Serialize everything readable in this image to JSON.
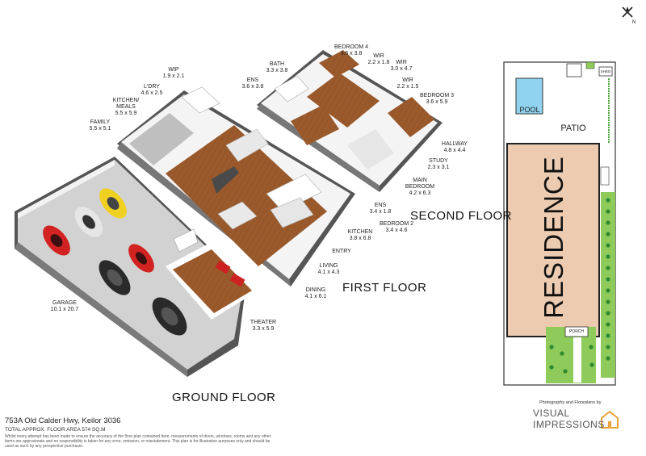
{
  "compass": {
    "north_label": "N"
  },
  "floors": {
    "ground": "GROUND FLOOR",
    "first": "FIRST FLOOR",
    "second": "SECOND FLOOR"
  },
  "rooms": {
    "wip": {
      "name": "WIP",
      "dims": "1.9 x 2.1"
    },
    "ldry": {
      "name": "L'DRY",
      "dims": "4.6 x 2.5"
    },
    "kitchen_meals": {
      "name1": "KITCHEN/",
      "name2": "MEALS",
      "dims": "5.5 x 5.9"
    },
    "family": {
      "name": "FAMILY",
      "dims": "5.5 x 5.1"
    },
    "bath": {
      "name": "BATH",
      "dims": "3.3 x 3.8"
    },
    "ens_top": {
      "name": "ENS",
      "dims": "3.6 x 3.8"
    },
    "bedroom4": {
      "name": "BEDROOM 4",
      "dims": "3.6 x 3.8"
    },
    "wir1": {
      "name": "WIR",
      "dims": "2.2 x 1.8"
    },
    "wir2": {
      "name": "WIR",
      "dims": "3.0 x 4.7"
    },
    "wir3": {
      "name": "WIR",
      "dims": "2.2 x 1.5"
    },
    "bedroom3": {
      "name": "BEDROOM 3",
      "dims": "3.6 x 5.9"
    },
    "hallway": {
      "name": "HALLWAY",
      "dims": "4.8 x 4.4"
    },
    "study": {
      "name": "STUDY",
      "dims": "2.3 x 3.1"
    },
    "main_bedroom": {
      "name1": "MAIN",
      "name2": "BEDROOM",
      "dims": "4.2 x 6.3"
    },
    "ens_mid": {
      "name": "ENS",
      "dims": "3.4 x 1.8"
    },
    "bedroom2": {
      "name": "BEDROOM 2",
      "dims": "3.4 x 4.6"
    },
    "kitchen": {
      "name": "KITCHEN",
      "dims": "3.8 x 6.8"
    },
    "entry": {
      "name": "ENTRY"
    },
    "living": {
      "name": "LIVING",
      "dims": "4.1 x 4.3"
    },
    "dining": {
      "name": "DINING",
      "dims": "4.1 x 6.1"
    },
    "garage": {
      "name": "GARAGE",
      "dims": "10.1 x 20.7"
    },
    "theater": {
      "name": "THEATER",
      "dims": "3.3 x 5.9"
    }
  },
  "site_plan": {
    "pool": "POOL",
    "shed": "SHED",
    "patio": "PATIO",
    "residence": "RESIDENCE",
    "porch": "PORCH"
  },
  "footer": {
    "address": "753A Old Calder Hwy, Keilor 3036",
    "area": "TOTAL APPROX. FLOOR AREA 574 SQ.M",
    "disclaimer": "Whilst every attempt has been made to ensure the accuracy of the floor plan contained here, measurements of doors, windows, rooms and any other items are approximate and no responsibility is taken for any error, omission, or misstatement. This plan is for illustrative purposes only and should be used as such by any prospective purchaser."
  },
  "branding": {
    "credit": "Photography and Floorplans by",
    "line1": "VISUAL",
    "line2": "IMPRESSIONS"
  },
  "colors": {
    "wood": "#9b5a2c",
    "wall": "#ffffff",
    "wall_shadow": "#555555",
    "concrete": "#c9c9c9",
    "residence": "#eccbb1",
    "pool": "#8fd3f0",
    "lawn": "#8ecb5a",
    "logo_orange": "#e8a33d"
  }
}
